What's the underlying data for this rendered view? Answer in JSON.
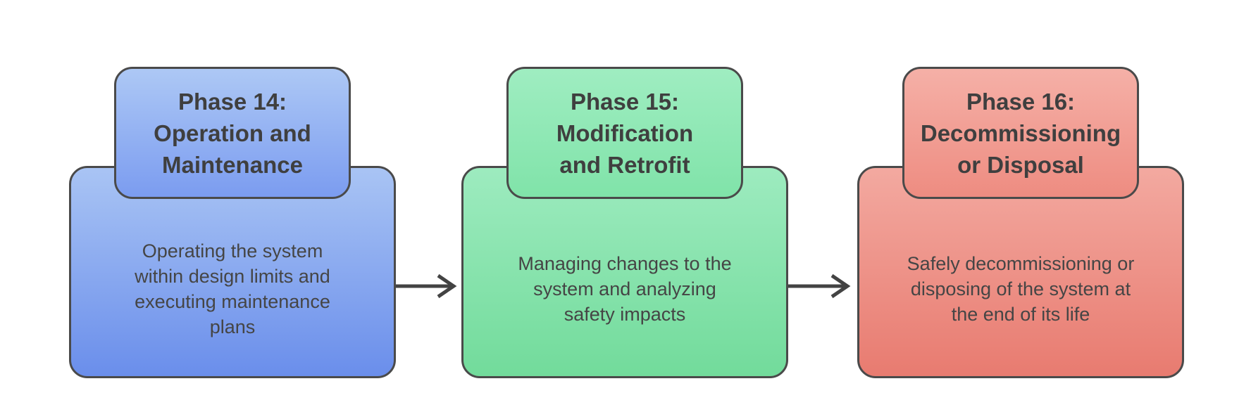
{
  "canvas": {
    "background": "#ffffff",
    "border_color": "#4a4a4a",
    "title_color": "#3f3f3f",
    "text_color": "#454545"
  },
  "arrow": {
    "color": "#434343"
  },
  "nodes": [
    {
      "name": "phase-14",
      "title": "Phase 14:\nOperation and\nMaintenance",
      "description": "Operating the system\nwithin design limits and\nexecuting maintenance\nplans",
      "header_gradient": [
        "#adc8f5",
        "#7b9cf0"
      ],
      "body_gradient": [
        "#a9c4f4",
        "#6a8eeb"
      ]
    },
    {
      "name": "phase-15",
      "title": "Phase 15:\nModification\nand Retrofit",
      "description": "Managing changes to the\nsystem and analyzing\nsafety impacts",
      "header_gradient": [
        "#9fedc1",
        "#80e3a9"
      ],
      "body_gradient": [
        "#9debbf",
        "#72db9b"
      ]
    },
    {
      "name": "phase-16",
      "title": "Phase 16:\nDecommissioning\nor Disposal",
      "description": "Safely decommissioning or\ndisposing of the system at\nthe end of its life",
      "header_gradient": [
        "#f5b0a7",
        "#ee8c81"
      ],
      "body_gradient": [
        "#f3a9a0",
        "#e87b70"
      ]
    }
  ]
}
